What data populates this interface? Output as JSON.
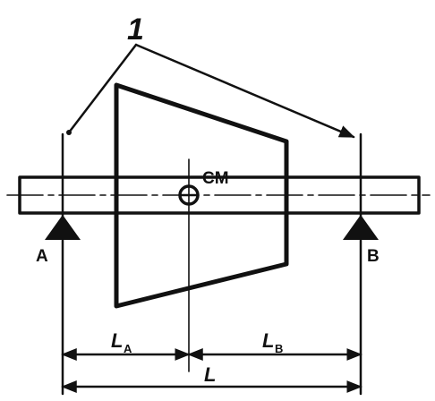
{
  "labels": {
    "leader": "1",
    "center_of_mass": "CM",
    "support_a": "A",
    "support_b": "B",
    "dim_la": "L",
    "dim_la_sub": "A",
    "dim_lb": "L",
    "dim_lb_sub": "B",
    "dim_l": "L"
  }
}
